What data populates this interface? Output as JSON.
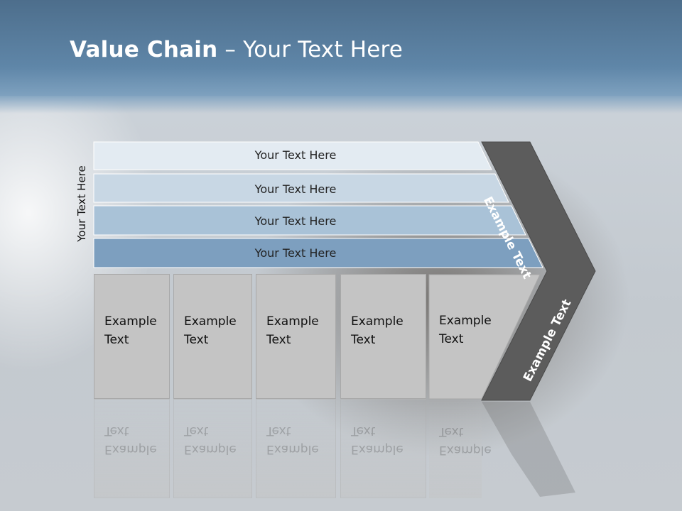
{
  "title": {
    "bold": "Value Chain",
    "rest": " – Your Text Here"
  },
  "side_label": "Your Text Here",
  "bars": [
    "Your Text Here",
    "Your Text Here",
    "Your Text Here",
    "Your Text Here"
  ],
  "cells": [
    {
      "line1": "Example",
      "line2": "Text"
    },
    {
      "line1": "Example",
      "line2": "Text"
    },
    {
      "line1": "Example",
      "line2": "Text"
    },
    {
      "line1": "Example",
      "line2": "Text"
    },
    {
      "line1": "Example",
      "line2": "Text"
    }
  ],
  "arrow": {
    "upper": "Example Text",
    "lower": "Example Text"
  },
  "colors": {
    "header": "#5f86a8",
    "bar1": "#e3ebf2",
    "bar2": "#c8d7e4",
    "bar3": "#a9c2d7",
    "bar4": "#7d9fbf",
    "arrow": "#5c5c5c"
  }
}
